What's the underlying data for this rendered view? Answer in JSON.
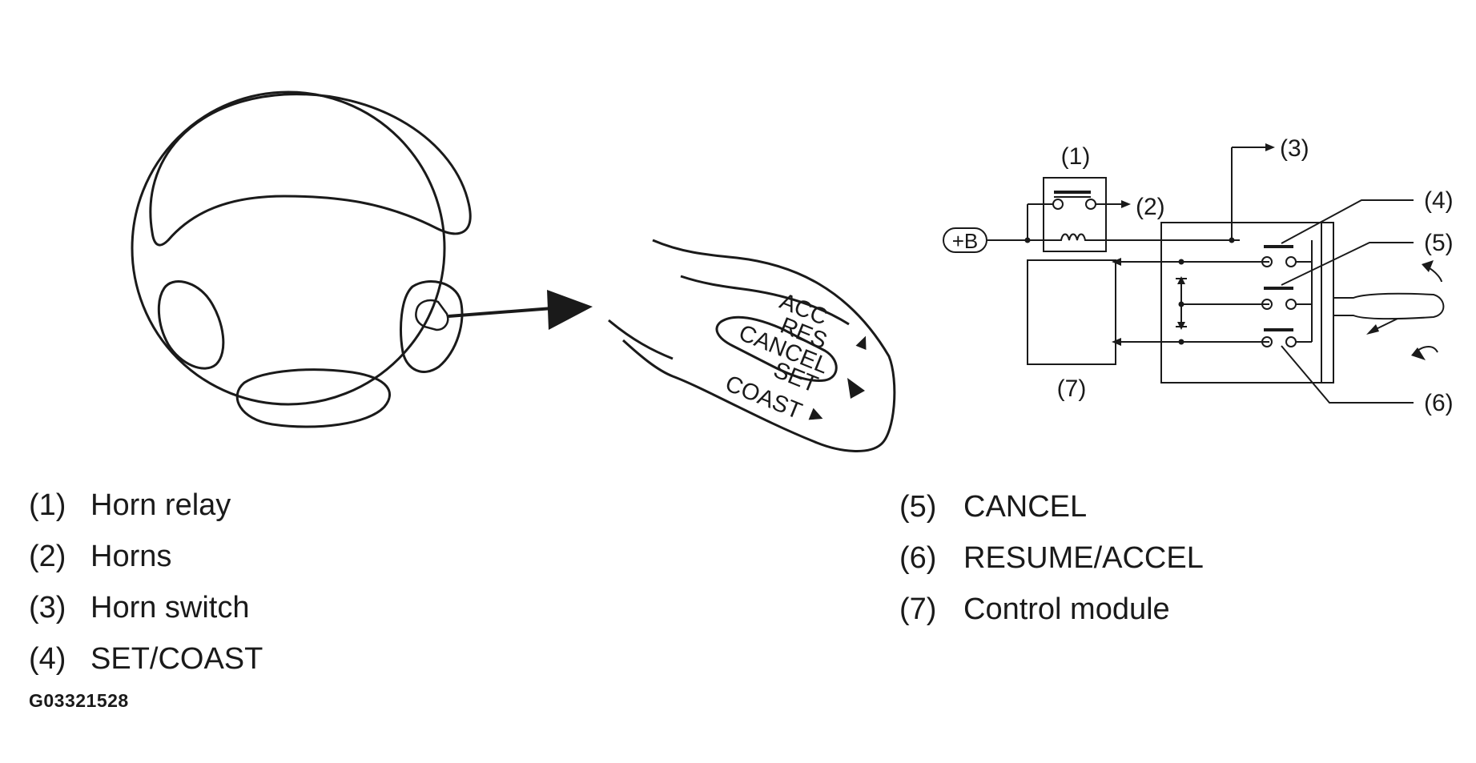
{
  "stalk": {
    "lines": [
      "ACC",
      "RES",
      "CANCEL",
      "SET",
      "COAST"
    ]
  },
  "schematic": {
    "callouts": {
      "c1": "(1)",
      "c2": "(2)",
      "c3": "(3)",
      "c4": "(4)",
      "c5": "(5)",
      "c6": "(6)",
      "c7": "(7)"
    },
    "battery_label": "+B"
  },
  "legend": {
    "items": [
      {
        "num": "(1)",
        "label": "Horn relay"
      },
      {
        "num": "(2)",
        "label": "Horns"
      },
      {
        "num": "(3)",
        "label": "Horn switch"
      },
      {
        "num": "(4)",
        "label": "SET/COAST"
      },
      {
        "num": "(5)",
        "label": "CANCEL"
      },
      {
        "num": "(6)",
        "label": "RESUME/ACCEL"
      },
      {
        "num": "(7)",
        "label": "Control module"
      }
    ]
  },
  "figure_code": "G03321528"
}
